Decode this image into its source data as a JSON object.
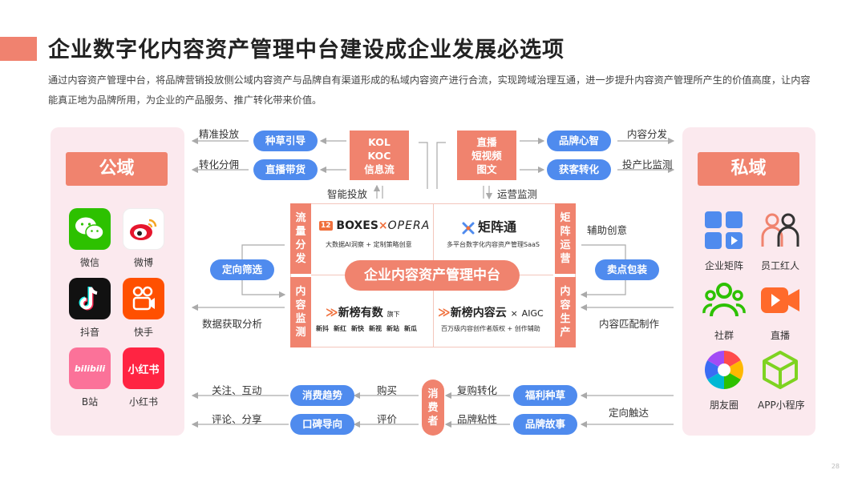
{
  "title": "企业数字化内容资产管理中台建设成企业发展必选项",
  "description": "通过内容资产管理中台，将品牌营销投放侧公域内容资产与品牌自有渠道形成的私域内容资产进行合流，实现跨域治理互通，进一步提升内容资产管理所产生的价值高度，让内容能真正地为品牌所用，为企业的产品服务、推广转化带来价值。",
  "public_domain": {
    "title": "公域",
    "apps": [
      "微信",
      "微博",
      "抖音",
      "快手",
      "B站",
      "小红书"
    ],
    "app_texts": {
      "bilibili": "bilibili",
      "xhs": "小红书"
    }
  },
  "private_domain": {
    "title": "私域",
    "apps": [
      "企业矩阵",
      "员工红人",
      "社群",
      "直播",
      "朋友圈",
      "APP小程序"
    ]
  },
  "top_left": {
    "labels": [
      "精准投放",
      "转化分佣"
    ],
    "pills": [
      "种草引导",
      "直播带货"
    ],
    "box": [
      "KOL",
      "KOC",
      "信息流"
    ],
    "below": "智能投放"
  },
  "top_right": {
    "box": [
      "直播",
      "短视频",
      "图文"
    ],
    "pills": [
      "品牌心智",
      "获客转化"
    ],
    "labels": [
      "内容分发",
      "投产比监测"
    ],
    "below": "运营监测"
  },
  "left_mid": {
    "pill": "定向筛选",
    "label": "数据获取分析"
  },
  "right_mid": {
    "label_top": "辅助创意",
    "pill": "卖点包装",
    "label_bottom": "内容匹配制作"
  },
  "core": {
    "center": "企业内容资产管理中台",
    "side_bars": {
      "tl": "流量分发",
      "bl": "内容监测",
      "tr": "矩阵运营",
      "br": "内容生产"
    },
    "q1": {
      "brand_num": "12",
      "brand_a": "BOXES",
      "brand_x": "×",
      "brand_b": "OPERA",
      "sub": "大数据AI洞察 + 定制策略创意"
    },
    "q2": {
      "brand": "矩阵通",
      "sub": "多平台数字化内容资产管理SaaS"
    },
    "q3": {
      "brand": "新榜有数",
      "tag": "旗下",
      "subs": [
        "新抖",
        "新红",
        "新快",
        "新视",
        "新站",
        "新瓜"
      ]
    },
    "q4": {
      "brand": "新榜内容云",
      "x": "×",
      "tag": "AIGC",
      "sub": "百万级内容创作者版权 + 创作辅助"
    }
  },
  "bottom": {
    "left_labels": [
      "关注、互动",
      "评论、分享"
    ],
    "left_pills": [
      "消费趋势",
      "口碑导向"
    ],
    "mid_left": [
      "购买",
      "评价"
    ],
    "center": "消费者",
    "mid_right": [
      "复购转化",
      "品牌粘性"
    ],
    "right_pills": [
      "福利种草",
      "品牌故事"
    ],
    "right_label": "定向触达"
  },
  "page_number": "28",
  "colors": {
    "accent": "#F0836E",
    "blue": "#4F8BEE",
    "panel": "#FBE9EE"
  }
}
